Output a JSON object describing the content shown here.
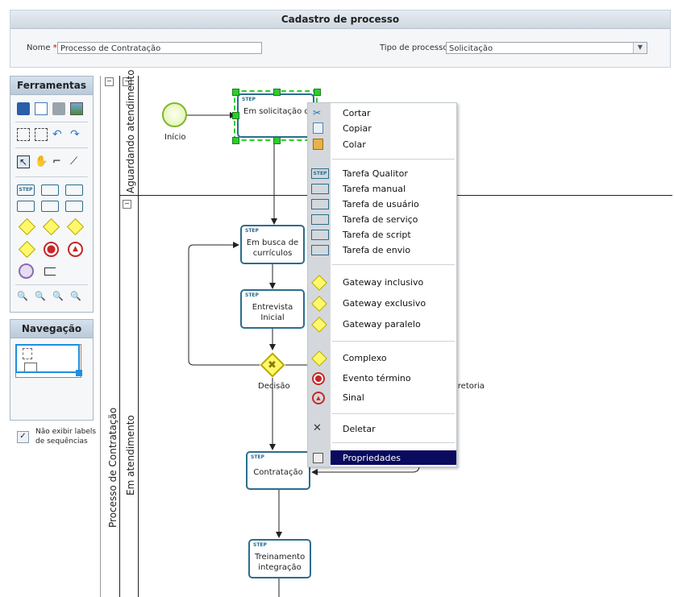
{
  "form": {
    "title": "Cadastro de processo",
    "name_label": "Nome ",
    "name_required": "*",
    "name_label_colon": ":",
    "name_value": "Processo de Contratação",
    "type_label": "Tipo de processo ",
    "type_required": "*",
    "type_label_colon": ":",
    "type_value": "Solicitação"
  },
  "tools": {
    "title": "Ferramentas",
    "stepBadge": "STEP"
  },
  "navigation": {
    "title": "Navegação"
  },
  "option": {
    "label": "Não exibir labels de sequências",
    "checked": true
  },
  "pool": {
    "label": "Processo de Contratação",
    "lanes": [
      "Aguardando atendimento",
      "Em atendimento"
    ]
  },
  "diagram": {
    "start_label": "Início",
    "decision_label": "Decisão",
    "partial_label": "iretoria",
    "step_badge": "STEP",
    "tasks": [
      "Em solicitação de recurso humano",
      "Em busca de currículos",
      "Entrevista Inicial",
      "Contratação",
      "Treinamento integração"
    ]
  },
  "context_menu": {
    "items": [
      {
        "label": "Cortar",
        "icon": "scissors-icon"
      },
      {
        "label": "Copiar",
        "icon": "copy-icon"
      },
      {
        "label": "Colar",
        "icon": "paste-icon"
      },
      {
        "label": "Tarefa Qualitor",
        "icon": "step-icon"
      },
      {
        "label": "Tarefa manual",
        "icon": "hand-task-icon"
      },
      {
        "label": "Tarefa de usuário",
        "icon": "user-task-icon"
      },
      {
        "label": "Tarefa de serviço",
        "icon": "service-task-icon"
      },
      {
        "label": "Tarefa de script",
        "icon": "script-task-icon"
      },
      {
        "label": "Tarefa de envio",
        "icon": "send-task-icon"
      },
      {
        "label": "Gateway inclusivo",
        "icon": "gateway-inclusive-icon"
      },
      {
        "label": "Gateway exclusivo",
        "icon": "gateway-exclusive-icon"
      },
      {
        "label": "Gateway paralelo",
        "icon": "gateway-parallel-icon"
      },
      {
        "label": "Complexo",
        "icon": "gateway-complex-icon"
      },
      {
        "label": "Evento término",
        "icon": "end-event-icon"
      },
      {
        "label": "Sinal",
        "icon": "signal-icon"
      },
      {
        "label": "Deletar",
        "icon": "delete-icon"
      },
      {
        "label": "Propriedades",
        "icon": "properties-icon"
      }
    ],
    "colors": {
      "highlight": "#0a0a5e",
      "gutter": "#d4d8dc"
    }
  },
  "colors": {
    "task_border": "#2c6d8c",
    "selection": "#2ecc2e",
    "start_event": "#9bd23c",
    "end_event": "#c62828",
    "gateway": "#fff86a"
  }
}
